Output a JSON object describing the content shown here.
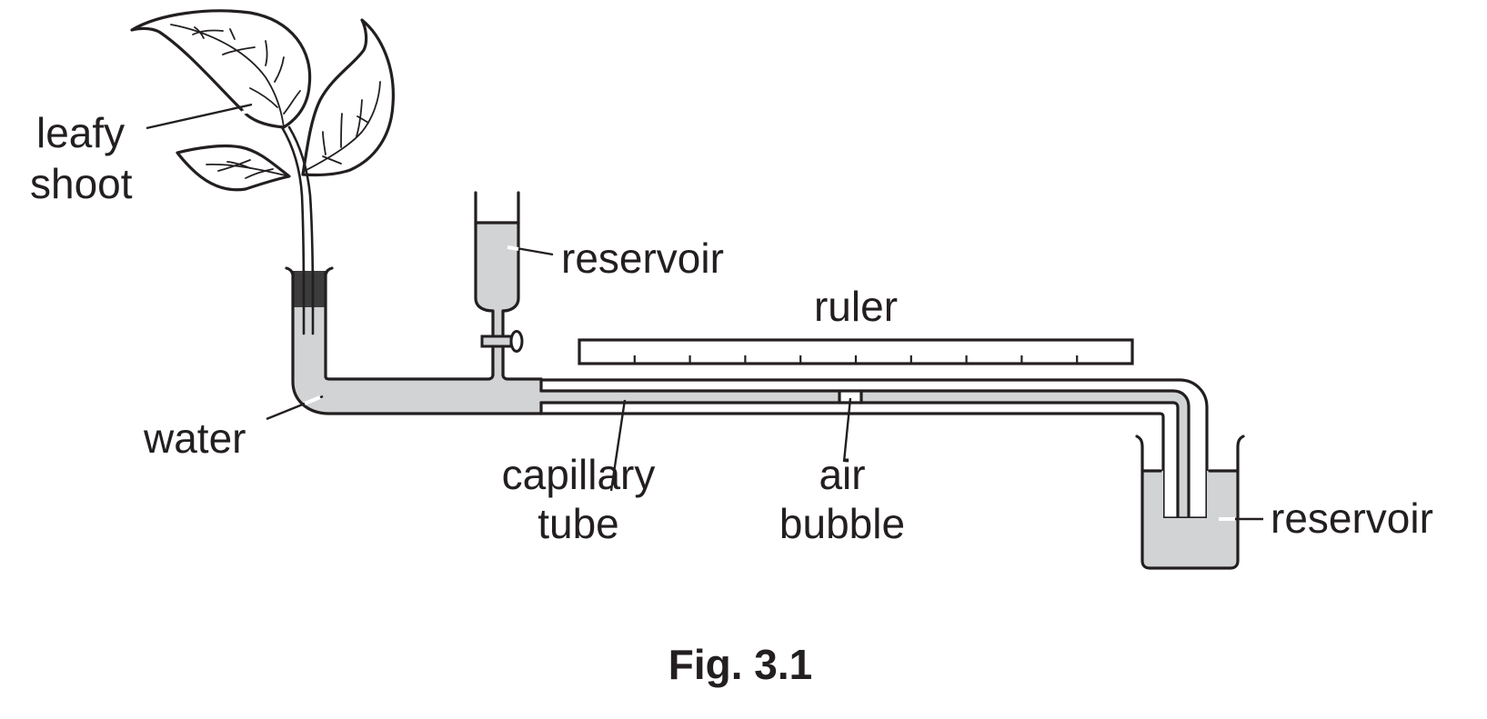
{
  "figure": {
    "caption": "Fig. 3.1",
    "subject": "potometer apparatus",
    "colors": {
      "line": "#231f20",
      "water": "#d1d3d4",
      "stopper": "#3c3c3d",
      "background": "#ffffff"
    },
    "labels": {
      "leafy_shoot_line1": "leafy",
      "leafy_shoot_line2": "shoot",
      "reservoir_top": "reservoir",
      "ruler": "ruler",
      "water": "water",
      "capillary_tube_line1": "capillary",
      "capillary_tube_line2": "tube",
      "air_bubble_line1": "air",
      "air_bubble_line2": "bubble",
      "reservoir_beaker": "reservoir"
    },
    "ruler": {
      "tick_count": 9
    }
  }
}
